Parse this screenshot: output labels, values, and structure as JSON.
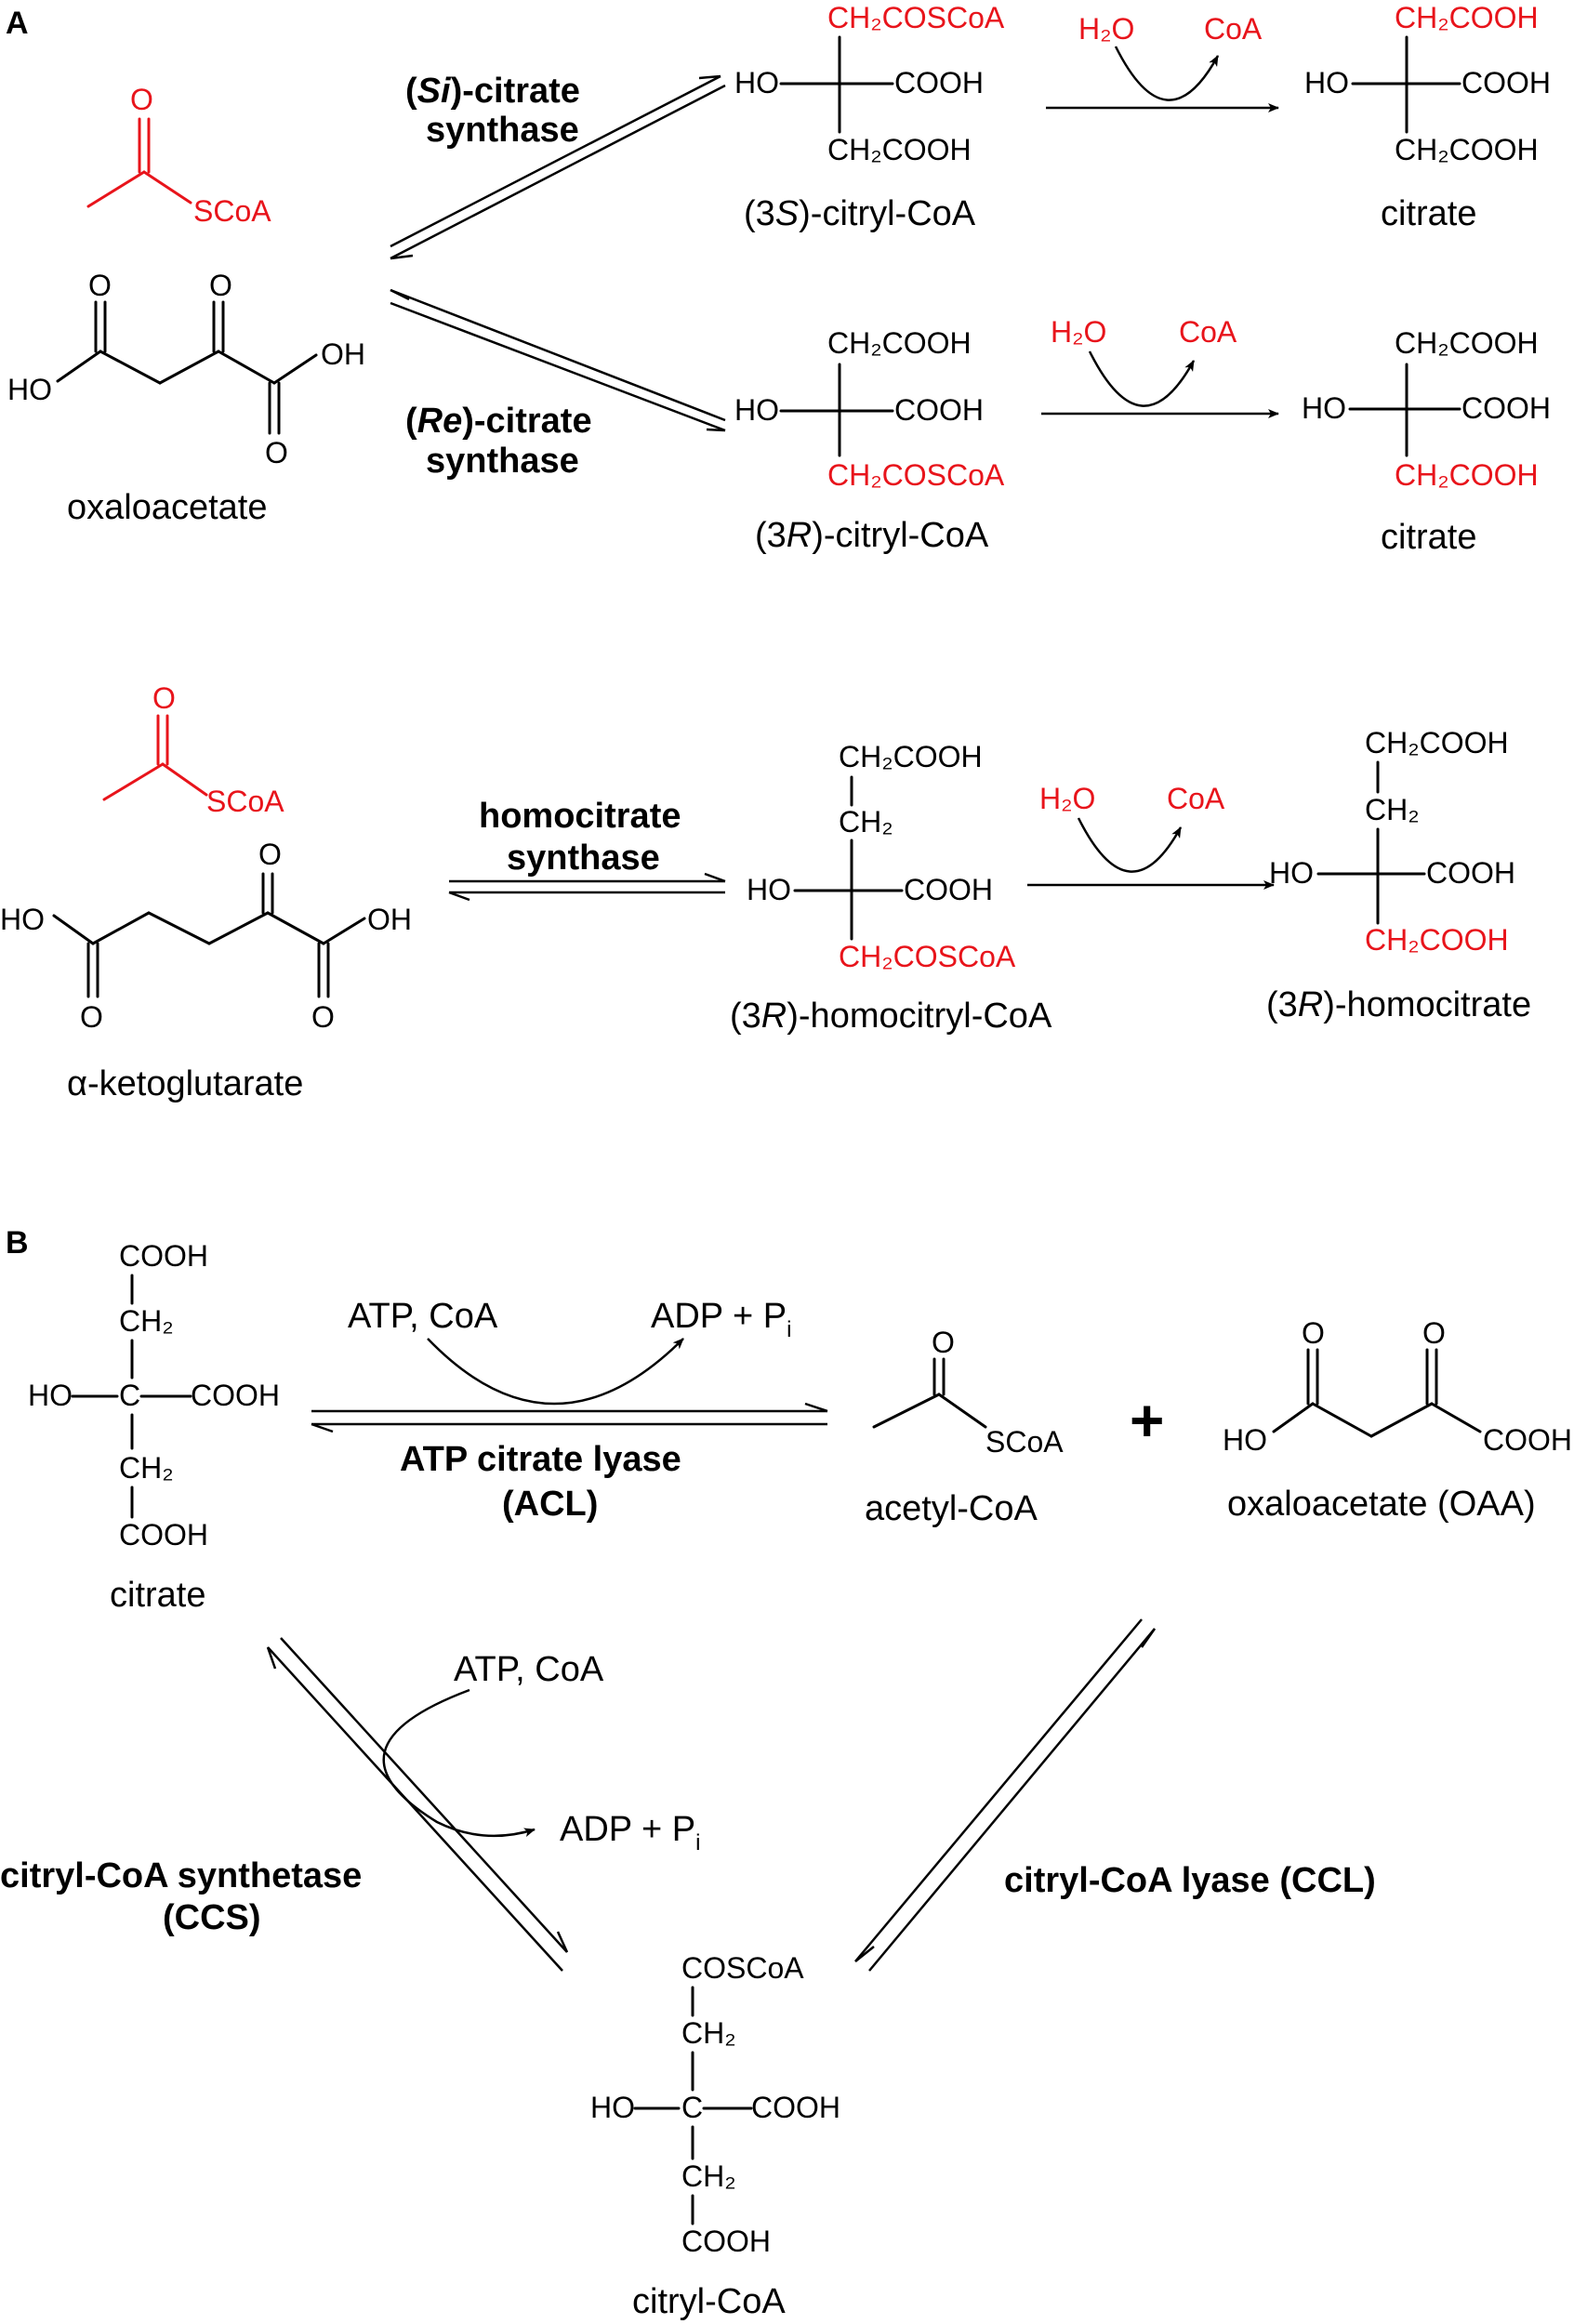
{
  "panels": {
    "a": "A",
    "b": "B"
  },
  "colors": {
    "highlight": "#e8141b",
    "ink": "#000000"
  },
  "panel_a": {
    "acetyl_group": "SCoA",
    "oxaloacetate_name": "oxaloacetate",
    "si_enzyme": {
      "paren_open": "(",
      "stereo": "Si",
      "rest": ")-citrate",
      "line2": "synthase"
    },
    "re_enzyme": {
      "paren_open": "(",
      "stereo": "Re",
      "rest": ")-citrate",
      "line2": "synthase"
    },
    "s_citryl": {
      "top": "CH₂COSCoA",
      "ho": "HO",
      "cooh": "COOH",
      "bottom": "CH₂COOH",
      "name_pre": "(3",
      "name_it": "S",
      "name_post": ")-citryl-CoA"
    },
    "r_citryl": {
      "top": "CH₂COOH",
      "ho": "HO",
      "cooh": "COOH",
      "bottom": "CH₂COSCoA",
      "name_pre": "(3",
      "name_it": "R",
      "name_post": ")-citryl-CoA"
    },
    "citrate_1": {
      "top": "CH₂COOH",
      "ho": "HO",
      "cooh": "COOH",
      "bottom": "CH₂COOH",
      "name": "citrate"
    },
    "citrate_2": {
      "top": "CH₂COOH",
      "ho": "HO",
      "cooh": "COOH",
      "bottom": "CH₂COOH",
      "name": "citrate"
    },
    "water": "H₂O",
    "coa": "CoA",
    "homo": {
      "acetyl_group": "SCoA",
      "akg_ho": "HO",
      "akg_oh": "OH",
      "akg_o1": "O",
      "akg_o2": "O",
      "akg_name": "α-ketoglutarate",
      "enzyme_line1": "homocitrate",
      "enzyme_line2": "synthase",
      "citryl_top": "CH₂COOH",
      "citryl_ch2": "CH₂",
      "citryl_ho": "HO",
      "citryl_cooh": "COOH",
      "citryl_bottom": "CH₂COSCoA",
      "citryl_name_pre": "(3",
      "citryl_name_it": "R",
      "citryl_name_post": ")-homocitryl-CoA",
      "product_top": "CH₂COOH",
      "product_ch2": "CH₂",
      "product_ho": "HO",
      "product_cooh": "COOH",
      "product_bottom": "CH₂COOH",
      "product_name_pre": "(3",
      "product_name_it": "R",
      "product_name_post": ")-homocitrate"
    },
    "oaa_ho": "HO",
    "oaa_oh": "OH",
    "oaa_o1": "O",
    "oaa_o2": "O",
    "oaa_o3": "O",
    "acetyl_o": "O"
  },
  "panel_b": {
    "citrate": {
      "top": "COOH",
      "ch2a": "CH₂",
      "ho": "HO",
      "c": "C",
      "cooh": "COOH",
      "ch2b": "CH₂",
      "bottom": "COOH",
      "name": "citrate"
    },
    "acl_cofactors_in": "ATP, CoA",
    "acl_cofactors_out": "ADP + P",
    "acl_cofactors_out_sub": "i",
    "acl_line1": "ATP citrate lyase",
    "acl_line2": "(ACL)",
    "acetyl_coa": {
      "o": "O",
      "group": "SCoA",
      "name": "acetyl-CoA"
    },
    "plus": "+",
    "oaa": {
      "o1": "O",
      "o2": "O",
      "ho": "HO",
      "cooh": "COOH",
      "name": "oxaloacetate (OAA)"
    },
    "ccs_cofactors_in": "ATP, CoA",
    "ccs_cofactors_out": "ADP + P",
    "ccs_cofactors_out_sub": "i",
    "ccs_line1": "citryl-CoA synthetase",
    "ccs_line2": "(CCS)",
    "ccl_label": "citryl-CoA lyase (CCL)",
    "citryl_coa": {
      "top": "COSCoA",
      "ch2a": "CH₂",
      "ho": "HO",
      "c": "C",
      "cooh": "COOH",
      "ch2b": "CH₂",
      "bottom": "COOH",
      "name": "citryl-CoA"
    }
  }
}
